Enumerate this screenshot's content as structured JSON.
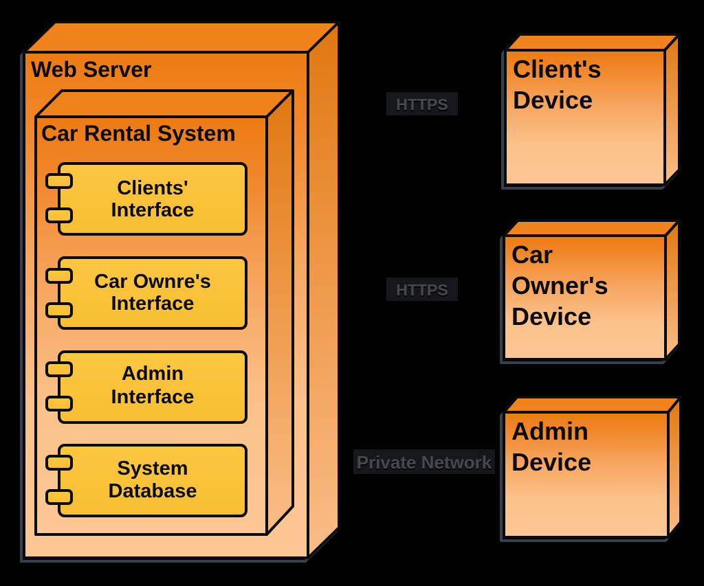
{
  "colors": {
    "background": "#000000",
    "stroke": "#0a0a0a",
    "shadow": "#39404c",
    "text": "#0b0b0b",
    "node_top": "#f0831c",
    "front_grad_start": "#ec7b12",
    "front_grad_mid": "#f6a55e",
    "front_grad_late": "#fbc28b",
    "front_grad_end": "#fcc795",
    "side_grad_start": "#e0770f",
    "side_grad_mid": "#f09e52",
    "side_grad_end": "#f9bd88",
    "component_fill_top": "#fbc642",
    "component_fill_bottom": "#f8bf31",
    "label_text": "#45494f",
    "label_bg": "#16171b"
  },
  "web_server": {
    "label": "Web Server"
  },
  "car_rental_system": {
    "label": "Car Rental System"
  },
  "components": [
    {
      "line1": "Clients'",
      "line2": "Interface"
    },
    {
      "line1": "Car Ownre's",
      "line2": "Interface"
    },
    {
      "line1": "Admin",
      "line2": "Interface"
    },
    {
      "line1": "System",
      "line2": "Database"
    }
  ],
  "devices": [
    {
      "lines": [
        "Client's",
        "Device"
      ]
    },
    {
      "lines": [
        "Car",
        "Owner's",
        "Device"
      ]
    },
    {
      "lines": [
        "Admin",
        "Device"
      ]
    }
  ],
  "connections": [
    {
      "label": "HTTPS"
    },
    {
      "label": "HTTPS"
    },
    {
      "label": "Private Network"
    }
  ]
}
